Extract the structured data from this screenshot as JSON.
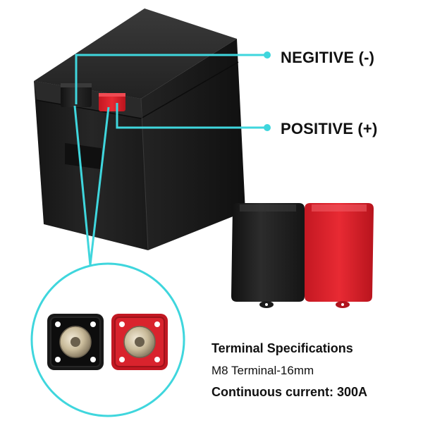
{
  "callouts": {
    "negative": "NEGITIVE (-)",
    "positive": "POSITIVE (+)"
  },
  "specs": {
    "title": "Terminal Specifications",
    "terminal": "M8 Terminal-16mm",
    "current": "Continuous current: 300A"
  },
  "colors": {
    "accent_line": "#3fd6dd",
    "battery_body": "#1c1c1c",
    "cap_black": "#202020",
    "cap_red": "#d8202a",
    "text": "#111111"
  },
  "icons": {
    "negative_terminal": "black-terminal-cap",
    "positive_terminal": "red-terminal-cap"
  }
}
